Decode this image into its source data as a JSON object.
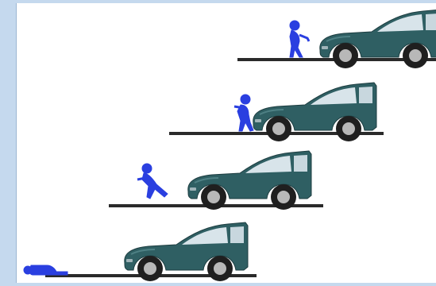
{
  "scene": {
    "stages": [
      "stage-1",
      "stage-2",
      "stage-3",
      "stage-4"
    ],
    "colors": {
      "background_frame": "#c5d9ee",
      "panel": "#ffffff",
      "road": "#2a2a2a",
      "car_body": "#2f5f63",
      "car_body_light": "#4e8084",
      "car_window": "#d8e4ea",
      "tire": "#1f1f1f",
      "rim": "#b8b8b8",
      "pedestrian": "#2a3fe0"
    },
    "icons": [
      "car-icon",
      "pedestrian-icon"
    ]
  }
}
